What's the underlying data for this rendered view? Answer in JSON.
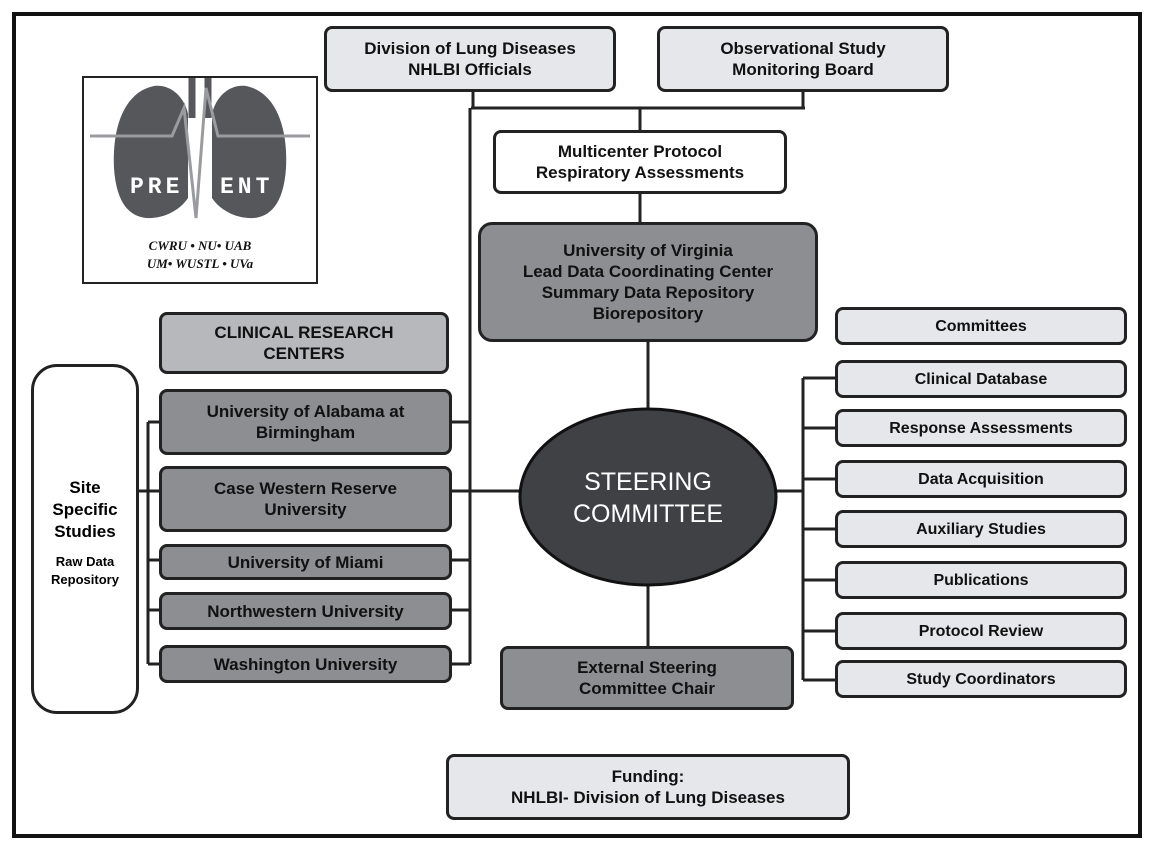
{
  "top": {
    "nhlbi": {
      "line1": "Division of Lung Diseases",
      "line2": "NHLBI Officials"
    },
    "osmb": {
      "line1": "Observational Study",
      "line2": "Monitoring Board"
    }
  },
  "protocol": {
    "line1": "Multicenter Protocol",
    "line2": "Respiratory Assessments"
  },
  "uva": {
    "line1": "University of Virginia",
    "line2": "Lead Data Coordinating Center",
    "line3": "Summary Data Repository",
    "line4": "Biorepository"
  },
  "logo": {
    "word_left": "PRE",
    "word_right": "ENT",
    "line1": "CWRU • NU• UAB",
    "line2": "UM• WUSTL • UVa"
  },
  "crc": {
    "line1": "CLINICAL RESEARCH",
    "line2": "CENTERS"
  },
  "centers": [
    {
      "line1": "University of Alabama at",
      "line2": "Birmingham"
    },
    {
      "line1": "Case Western Reserve",
      "line2": "University"
    },
    {
      "line1": "University of Miami"
    },
    {
      "line1": "Northwestern University"
    },
    {
      "line1": "Washington University"
    }
  ],
  "site": {
    "line1": "Site",
    "line2": "Specific",
    "line3": "Studies",
    "sub1": "Raw Data",
    "sub2": "Repository"
  },
  "steering": {
    "line1": "STEERING",
    "line2": "COMMITTEE"
  },
  "external": {
    "line1": "External Steering",
    "line2": "Committee Chair"
  },
  "committees_header": "Committees",
  "committees": [
    "Clinical Database",
    "Response Assessments",
    "Data Acquisition",
    "Auxiliary Studies",
    "Publications",
    "Protocol Review",
    "Study Coordinators"
  ],
  "funding": {
    "line1": "Funding:",
    "line2": "NHLBI- Division of Lung Diseases"
  },
  "colors": {
    "light": "#e6e7ea",
    "mid": "#b7b8bb",
    "dark": "#8d8e91",
    "ellipse": "#3f4145",
    "line": "#222222"
  }
}
